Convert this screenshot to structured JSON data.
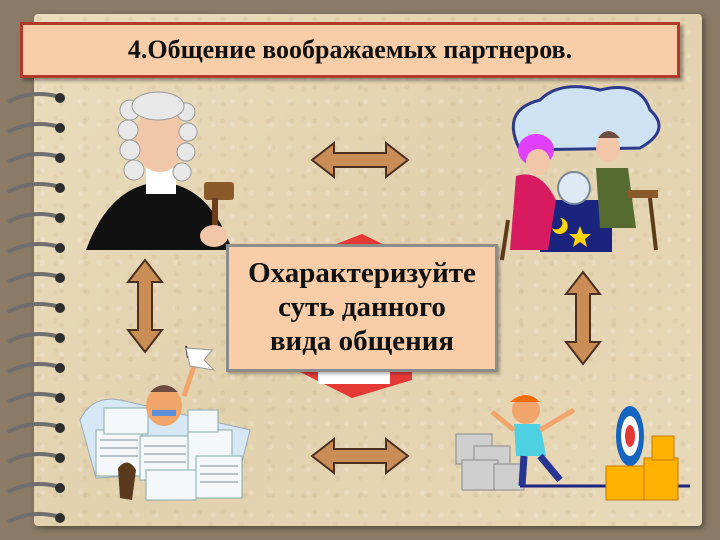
{
  "title": "4.Общение воображаемых партнеров.",
  "callout": "Охарактеризуйте\nсуть данного\nвида общения",
  "colors": {
    "arrow_fill": "#c98d55",
    "title_border": "#b33a2a",
    "box_fill": "#f8cda8"
  },
  "illustrations": [
    "judge-clipart",
    "fortune-teller-clipart",
    "paperwork-man-clipart",
    "target-man-clipart"
  ],
  "icons": [
    "spiral-binding-ring",
    "double-arrow"
  ]
}
